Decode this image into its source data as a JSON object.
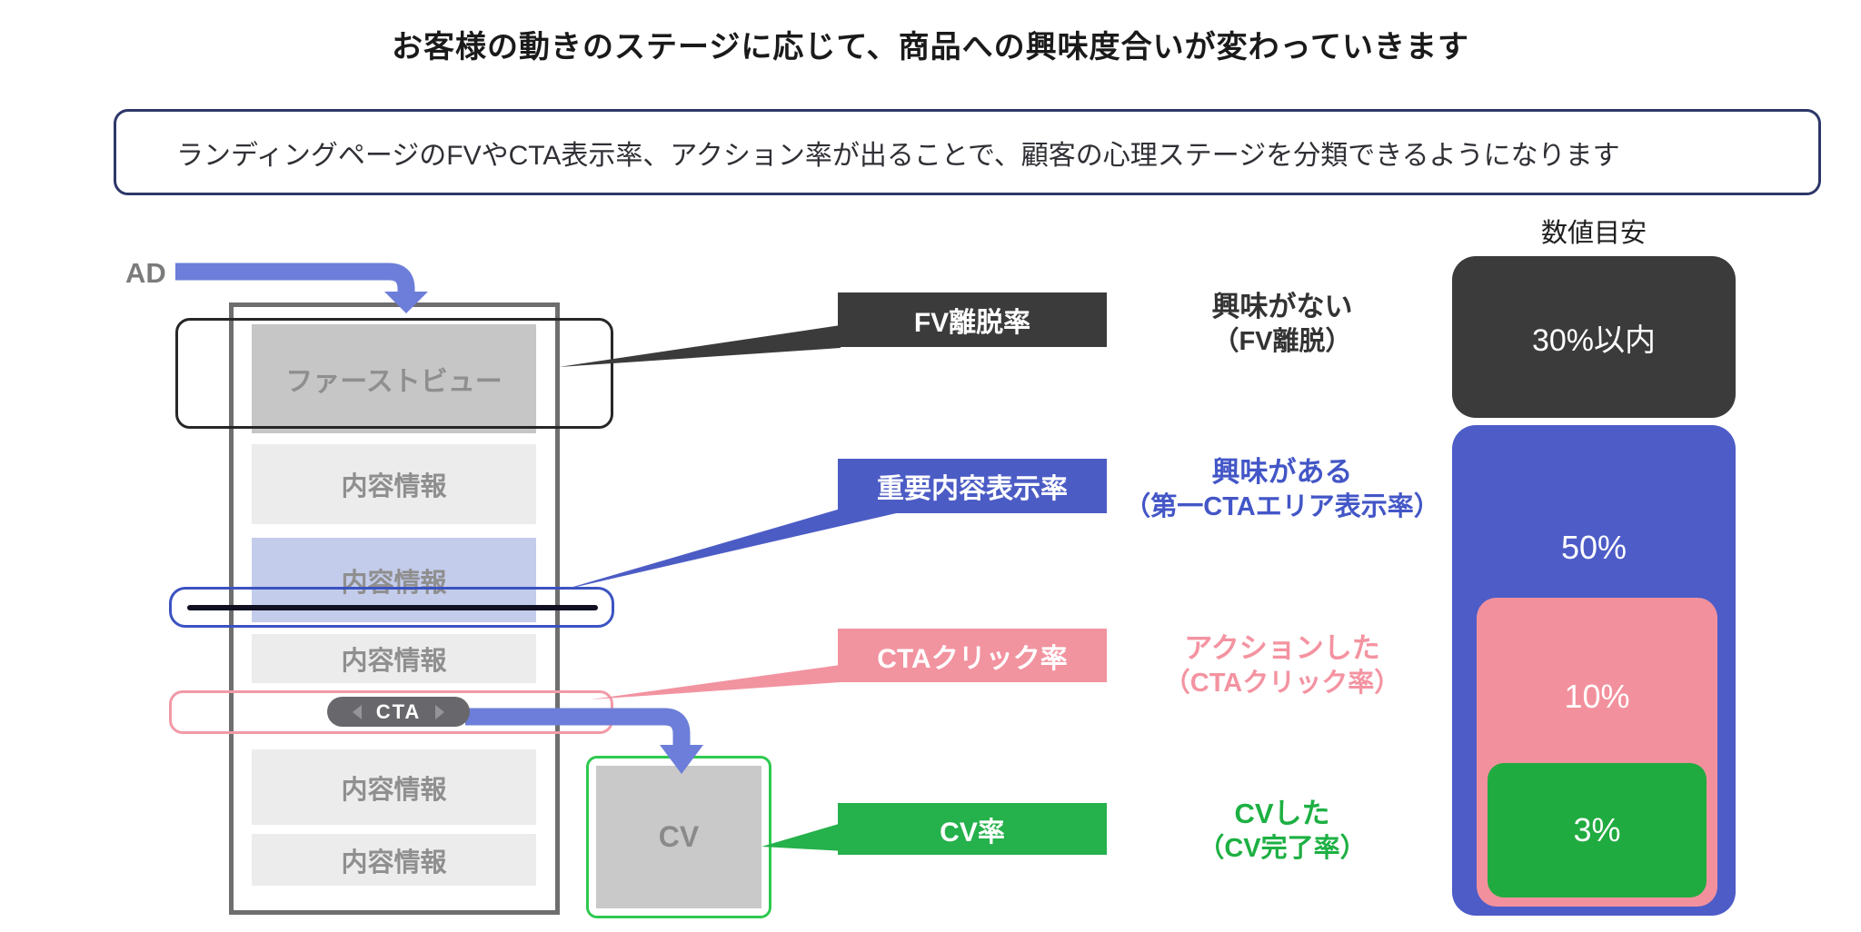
{
  "title": "お客様の動きのステージに応じて、商品への興味度合いが変わっていきます",
  "subtitle_box": {
    "text": "ランディングページのFVやCTA表示率、アクション率が出ることで、顧客の心理ステージを分類できるようになります"
  },
  "ad": {
    "label": "AD"
  },
  "wireframe": {
    "first_view": "ファーストビュー",
    "content_blocks": [
      "内容情報",
      "内容情報",
      "内容情報",
      "内容情報",
      "内容情報"
    ],
    "cta_label": "CTA",
    "cv_label": "CV"
  },
  "metric_labels": [
    {
      "id": "fv-exit-rate",
      "text": "FV離脱率",
      "color": "#3b3b3b"
    },
    {
      "id": "important-content-view-rate",
      "text": "重要内容表示率",
      "color": "#4c5cc5"
    },
    {
      "id": "cta-click-rate",
      "text": "CTAクリック率",
      "color": "#f293a0"
    },
    {
      "id": "cv-rate",
      "text": "CV率",
      "color": "#25b14b"
    }
  ],
  "stages": [
    {
      "line1": "興味がない",
      "line2": "（FV離脱）",
      "color": "#333333"
    },
    {
      "line1": "興味がある",
      "line2": "（第一CTAエリア表示率）",
      "color": "#4356c7"
    },
    {
      "line1": "アクションした",
      "line2": "（CTAクリック率）",
      "color": "#f493a1"
    },
    {
      "line1": "CVした",
      "line2": "（CV完了率）",
      "color": "#1db043"
    }
  ],
  "benchmark": {
    "header": "数値目安",
    "values": [
      {
        "label": "30%以内",
        "color": "#3b3b3b"
      },
      {
        "label": "50%",
        "color": "#4d5cc7"
      },
      {
        "label": "10%",
        "color": "#f2919d"
      },
      {
        "label": "3%",
        "color": "#20ab40"
      }
    ]
  },
  "colors": {
    "arrow_blue": "#6c7ed9",
    "highlight_content_blue": "#c4cceb",
    "overlay_black_border": "#272727",
    "overlay_blue_border": "#3b53c1",
    "overlay_pink_border": "#f19aa6",
    "cv_border_green": "#2ec94f",
    "wireframe_border": "#6e6e6e",
    "desc_box_border": "#2d3769"
  }
}
